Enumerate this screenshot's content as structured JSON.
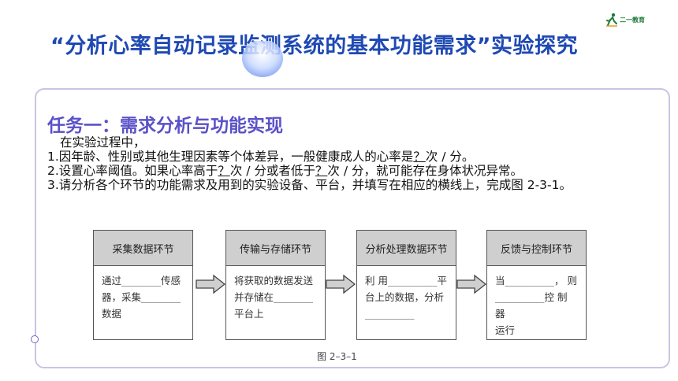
{
  "logo": {
    "text": "二一教育"
  },
  "slide": {
    "title": "“分析心率自动记录监测系统的基本功能需求”实验探究"
  },
  "task": {
    "title": "任务一：需求分析与功能实现",
    "intro": "在实验过程中，",
    "q1_prefix": "1.因年龄、性别或其他生理因素等个体差异，一般健康成人的心率是",
    "q1_blank": "？",
    "q1_suffix": "次 / 分。",
    "q2_prefix": "2.设置心率阈值。如果心率高于",
    "q2_blank1": "？",
    "q2_mid": "次 / 分或者低于",
    "q2_blank2": "？",
    "q2_suffix": "次 / 分，就可能存在身体状况异常。",
    "q3": "3.请分析各个环节的功能需求及用到的实验设备、平台，并填写在相应的横线上，完成图 2-3-1。"
  },
  "diagram": {
    "stages": [
      {
        "title": "采集数据环节",
        "lines": [
          "通过________传感",
          "器，采集________",
          "数据"
        ]
      },
      {
        "title": "传输与存储环节",
        "lines": [
          "将获取的数据发送",
          "并存储在________",
          "平台上"
        ]
      },
      {
        "title": "分析处理数据环节",
        "lines": [
          "利 用__________平",
          "台上的数据，分析",
          "__________"
        ]
      },
      {
        "title": "反馈与控制环节",
        "lines": [
          "当__________， 则",
          "__________控 制 器",
          "运行"
        ]
      }
    ],
    "caption": "图 2–3–1"
  }
}
